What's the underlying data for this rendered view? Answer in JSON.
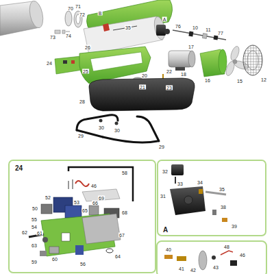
{
  "diagram": {
    "nodes": [
      {
        "text": [
          "24"
        ]
      },
      {
        "text": [
          "A"
        ]
      }
    ],
    "edges": [],
    "labels": [
      "70",
      "71",
      "72",
      "73",
      "74",
      "B",
      "35",
      "26",
      "A",
      "76",
      "10",
      "11",
      "77",
      "17",
      "18",
      "16",
      "15",
      "12",
      "24",
      "25",
      "20",
      "21",
      "22",
      "23",
      "28",
      "29",
      "30",
      "30",
      "29",
      "58",
      "46",
      "69",
      "52",
      "50",
      "53",
      "55",
      "66",
      "68",
      "65",
      "54",
      "67",
      "62",
      "61",
      "63",
      "60",
      "64",
      "59",
      "56",
      "32",
      "31",
      "33",
      "34",
      "35",
      "38",
      "39",
      "40",
      "41",
      "48",
      "43",
      "46",
      "42"
    ]
  }
}
